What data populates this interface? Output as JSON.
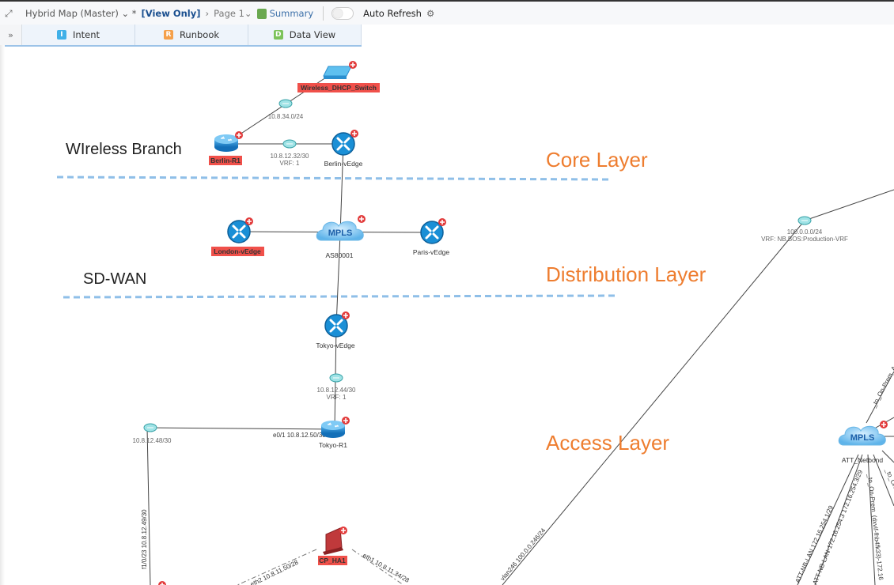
{
  "toolbar": {
    "map_name": "Hybrid Map (Master)",
    "modified_marker": "*",
    "view_mode": "[View Only]",
    "page": "Page 1",
    "summary": "Summary",
    "auto_refresh_label": "Auto Refresh",
    "auto_refresh_on": false
  },
  "tabs": [
    {
      "label": "Intent",
      "letter": "I",
      "color": "#3fb0e8"
    },
    {
      "label": "Runbook",
      "letter": "R",
      "color": "#f5a04a"
    },
    {
      "label": "Data View",
      "letter": "D",
      "color": "#7cc35a"
    }
  ],
  "map": {
    "zones": {
      "wireless": "WIreless Branch",
      "sdwan": "SD-WAN"
    },
    "layers": {
      "core": "Core Layer",
      "distribution": "Distribution Layer",
      "access": "Access Layer"
    },
    "nodes": {
      "wireless_switch": {
        "name": "Wireless_DHCP_Switch",
        "alert": true
      },
      "berlin_r1": {
        "name": "Berlin-R1",
        "alert": true
      },
      "berlin_vedge": {
        "name": "Berlin-vEdge",
        "alert": false
      },
      "london_vedge": {
        "name": "London-vEdge",
        "alert": true
      },
      "mpls_as": {
        "name": "AS80001",
        "cloud_text": "MPLS"
      },
      "paris_vedge": {
        "name": "Paris-vEdge",
        "alert": false
      },
      "tokyo_vedge": {
        "name": "Tokyo-vEdge",
        "alert": false
      },
      "tokyo_r1": {
        "name": "Tokyo-R1",
        "alert": false
      },
      "cp_ha1": {
        "name": "CP_HA1",
        "alert": true
      },
      "att_netbond": {
        "name": "ATT_Netbond",
        "cloud_text": "MPLS"
      }
    },
    "subnets": {
      "s1": {
        "ip": "10.8.34.0/24"
      },
      "s2": {
        "ip": "10.8.12.32/30",
        "vrf": "VRF: 1"
      },
      "s3": {
        "ip": "10.8.12.44/30",
        "vrf": "VRF: 1"
      },
      "s4": {
        "ip": "10.8.12.48/30"
      },
      "s5": {
        "ip": "100.0.0.0/24",
        "vrf": "VRF: NB.BOS:Production-VRF"
      }
    },
    "edge_labels": {
      "e1": "e0/1 10.8.12.50/30",
      "e2": "f1/0/23 10.8.12.49/30",
      "e3": "eth2 10.8.11.50/28",
      "e4": "eth1 10.8.11.34/28",
      "e5": "vlan246 100.0.0.246/24",
      "e6": "_to_On-Prem_A",
      "e7": "ATT-NB-LAN 172.16.254.1/29",
      "e8": "ATT-NB-LAN-172.16.254.3 172.16.254.3/29",
      "e9": "_to_On-Prem_(dxvif-fhb4fk33)-172.16",
      "e10": "_to_On-Prem_"
    }
  },
  "colors": {
    "accent": "#ee7d2f",
    "alert_label": "#f0504a",
    "divider": "#8fbfe8",
    "device": "#1a8fd6"
  }
}
